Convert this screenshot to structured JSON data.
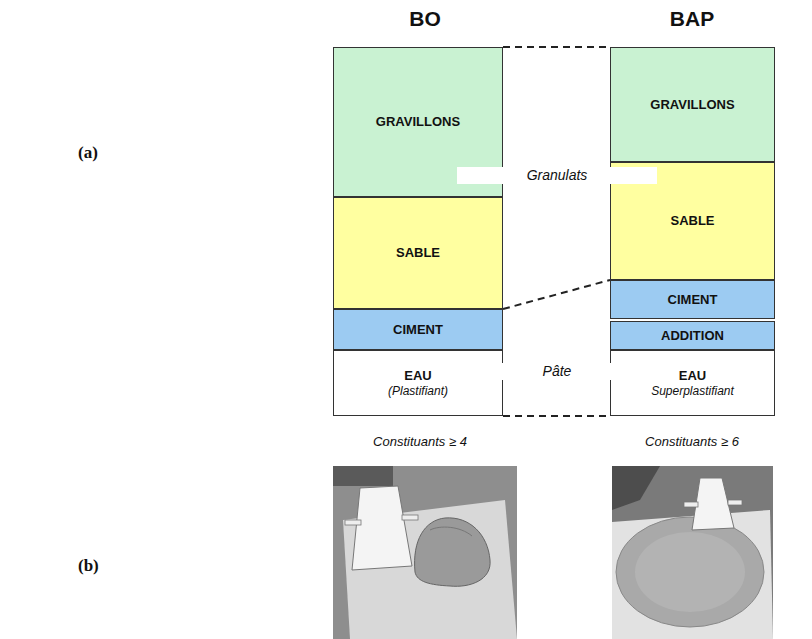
{
  "diagram": {
    "nodes": [
      {
        "text": [
          "GRAVILLONS"
        ]
      },
      {
        "text": [
          "SABLE"
        ]
      },
      {
        "text": [
          "CIMENT"
        ]
      },
      {
        "text": [
          "EAU",
          "(Plastifiant)"
        ]
      },
      {
        "text": [
          "GRAVILLONS"
        ]
      },
      {
        "text": [
          "SABLE"
        ]
      },
      {
        "text": [
          "CIMENT"
        ]
      },
      {
        "text": [
          "ADDITION"
        ]
      },
      {
        "text": [
          "EAU",
          "Superplastifiant"
        ]
      }
    ],
    "labels": [
      "BO",
      "BAP",
      "(a)",
      "Granulats",
      "Pâte",
      "Constituants ≥ 4",
      "Constituants ≥ 6",
      "(b)"
    ]
  }
}
